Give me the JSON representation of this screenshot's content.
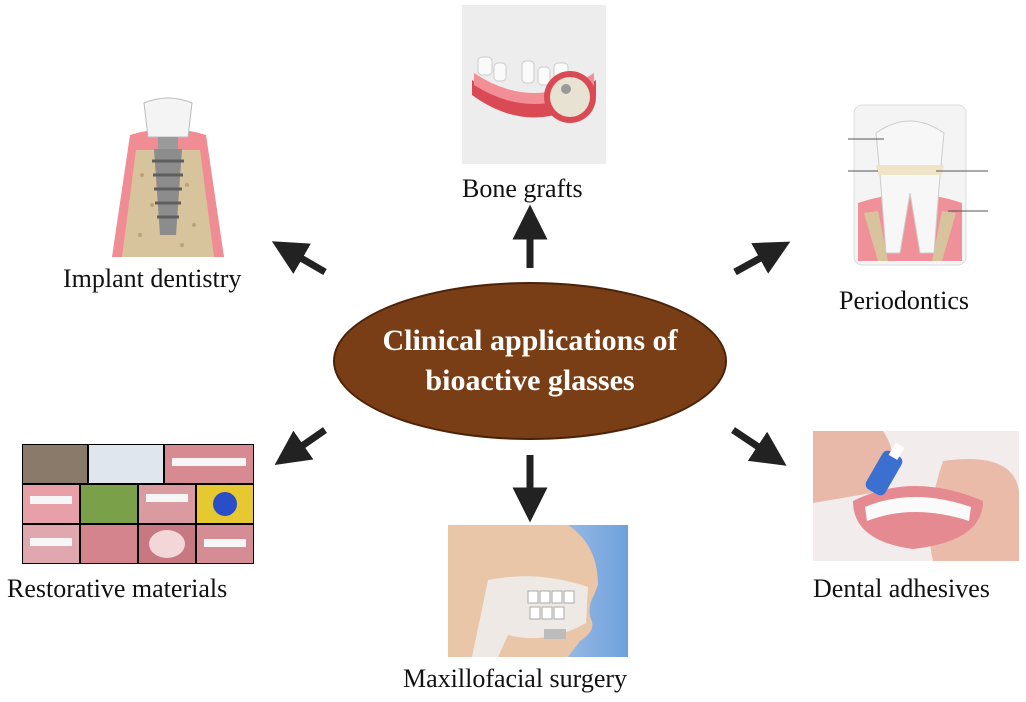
{
  "center": {
    "line1": "Clinical applications of",
    "line2": "bioactive glasses"
  },
  "nodes": {
    "implant": {
      "label": "Implant dentistry",
      "icon": "dental-implant-illustration"
    },
    "bone": {
      "label": "Bone grafts",
      "icon": "bone-graft-jaw-illustration"
    },
    "perio": {
      "label": "Periodontics",
      "icon": "tooth-cross-section-illustration"
    },
    "restorative": {
      "label": "Restorative materials",
      "icon": "denture-photo-grid"
    },
    "maxillo": {
      "label": "Maxillofacial surgery",
      "icon": "jaw-surgery-illustration"
    },
    "adhesive": {
      "label": "Dental adhesives",
      "icon": "denture-adhesive-photo"
    }
  },
  "colors": {
    "center_fill": "#7a3e17",
    "arrow": "#222222",
    "gum": "#e88a90",
    "bone": "#d6c29a"
  }
}
